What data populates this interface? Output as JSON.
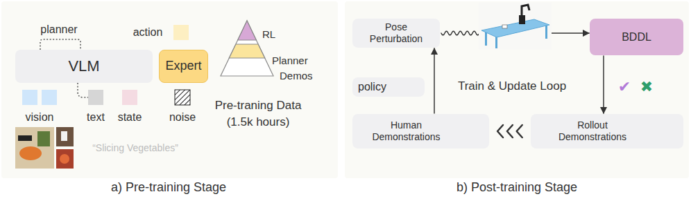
{
  "diagram": {
    "nodes": [
      {
        "text": [
          "VLM"
        ]
      },
      {
        "text": [
          "Expert"
        ]
      },
      {
        "text": [
          "Pose Perturbation"
        ]
      },
      {
        "text": [
          "BDDL"
        ]
      },
      {
        "text": [
          "policy"
        ]
      },
      {
        "text": [
          "Human Demonstrations"
        ]
      },
      {
        "text": [
          "Rollout Demonstrations"
        ]
      }
    ],
    "edges": [
      {
        "from": 2,
        "to": 3,
        "arrow": "to"
      },
      {
        "from": 3,
        "to": 6,
        "arrow": "to"
      },
      {
        "from": 6,
        "to": 5,
        "arrow": "to"
      },
      {
        "from": 5,
        "to": 2,
        "arrow": "to"
      }
    ],
    "labels": [
      "planner",
      "action",
      "vision",
      "text",
      "state",
      "noise",
      "“Slicing Vegetables”",
      "RL",
      "Planner",
      "Demos",
      "Pre-traning Data (1.5k hours)",
      "a) Pre-training Stage",
      "Train & Update Loop",
      "✔",
      "✖",
      "b) Post-training Stage"
    ]
  }
}
